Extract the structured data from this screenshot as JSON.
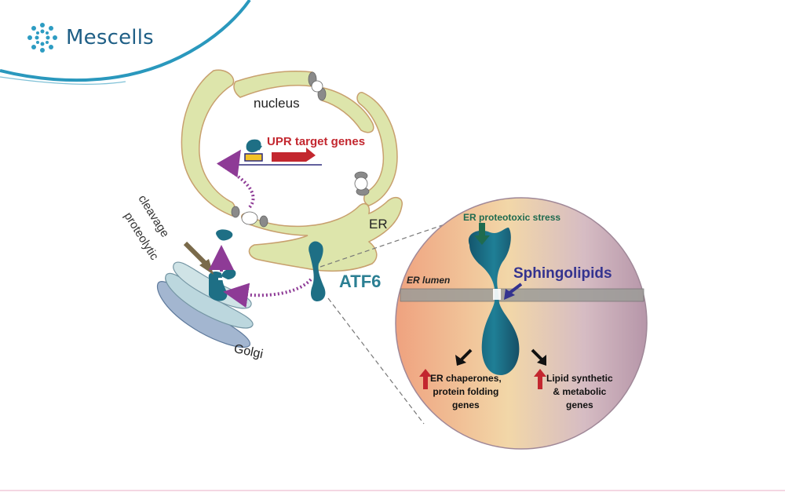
{
  "brand": {
    "name": "Mescells",
    "primary_color": "#1f5f86",
    "accent_color": "#2d9cc2"
  },
  "diagram": {
    "labels": {
      "nucleus": "nucleus",
      "upr_target_genes": "UPR target genes",
      "er": "ER",
      "proteolytic_cleavage_line1": "proteolytic",
      "proteolytic_cleavage_line2": "cleavage",
      "golgi": "Golgi",
      "atf6": "ATF6"
    },
    "inset": {
      "er_proteotoxic_stress": "ER proteotoxic stress",
      "er_lumen": "ER lumen",
      "sphingolipids": "Sphingolipids",
      "left_outcome_line1": "ER chaperones,",
      "left_outcome_line2": "protein folding",
      "left_outcome_line3": "genes",
      "right_outcome_line1": "Lipid synthetic",
      "right_outcome_line2": "& metabolic",
      "right_outcome_line3": "genes"
    },
    "colors": {
      "membrane_fill": "#dde5ab",
      "membrane_edge": "#c8a06e",
      "atf6_teal": "#1e6f85",
      "transport_arrow": "#8e3b96",
      "upr_text": "#c3272f",
      "sphingolipids_text": "#34338f",
      "golgi_dark": "#7f9bb9",
      "golgi_light": "#bcd7de"
    }
  }
}
